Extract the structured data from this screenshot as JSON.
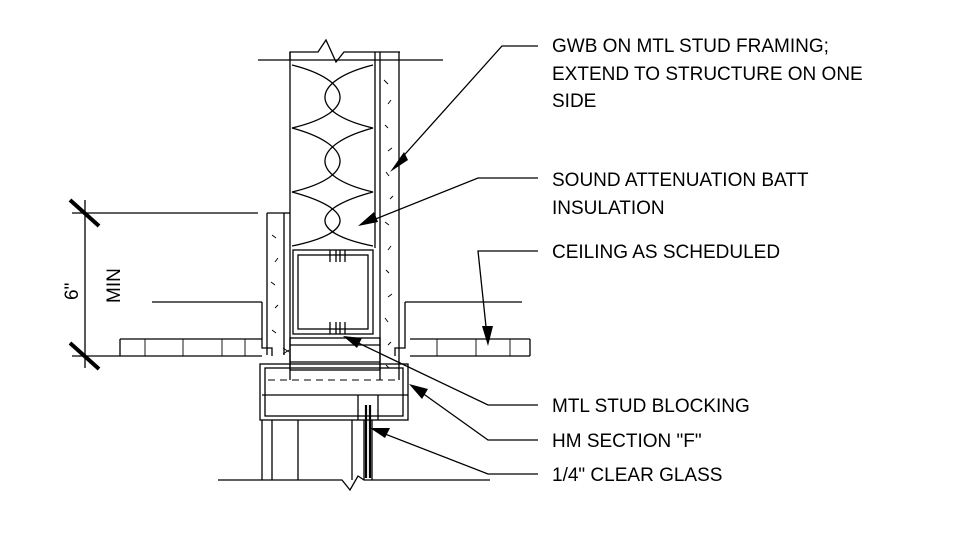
{
  "notes": {
    "gwb": [
      "GWB ON MTL STUD FRAMING;",
      "EXTEND TO STRUCTURE ON ONE",
      "SIDE"
    ],
    "batt": [
      "SOUND ATTENUATION BATT",
      "INSULATION"
    ],
    "ceiling": [
      "CEILING AS SCHEDULED"
    ],
    "blocking": [
      "MTL STUD BLOCKING"
    ],
    "frame": [
      "HM SECTION \"F\""
    ],
    "glass": [
      "1/4\" CLEAR GLASS"
    ]
  },
  "dimension": {
    "value": "6\"",
    "qualifier": "MIN"
  }
}
